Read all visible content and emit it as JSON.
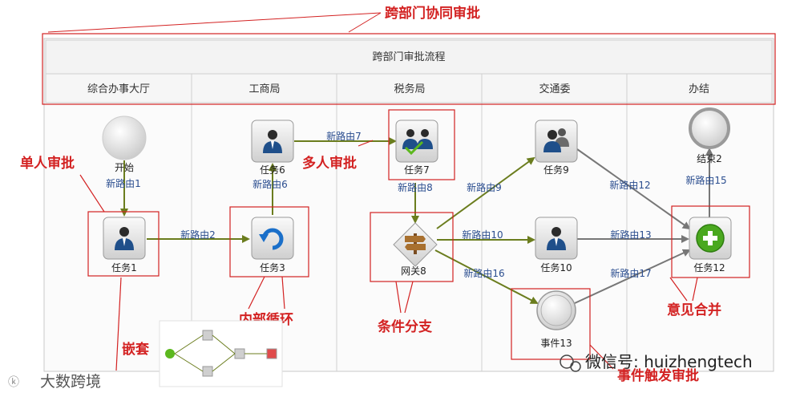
{
  "title": "跨部门协同审批",
  "pool": {
    "title": "跨部门审批流程",
    "lanes": [
      "综合办事大厅",
      "工商局",
      "税务局",
      "交通委",
      "办结"
    ]
  },
  "nodes": {
    "start": "开始",
    "task1": "任务1",
    "task3": "任务3",
    "task6": "任务6",
    "task7": "任务7",
    "gateway8": "网关8",
    "task9": "任务9",
    "task10": "任务10",
    "event13": "事件13",
    "end2": "结束2",
    "task12": "任务12"
  },
  "routes": {
    "r1": "新路由1",
    "r2": "新路由2",
    "r6": "新路由6",
    "r7": "新路由7",
    "r8": "新路由8",
    "r9": "新路由9",
    "r10": "新路由10",
    "r12": "新路由12",
    "r13": "新路由13",
    "r15": "新路由15",
    "r16": "新路由16",
    "r17": "新路由17"
  },
  "callouts": {
    "single": "单人审批",
    "multi": "多人审批",
    "loop": "内部循环",
    "branch": "条件分支",
    "merge": "意见合并",
    "nested": "嵌套",
    "event": "事件触发审批"
  },
  "watermarks": {
    "wechat": "微信号: huizhengtech",
    "brand": "大数跨境"
  },
  "colors": {
    "accent": "#d32222",
    "edge": "#6b7d1e",
    "link_text": "#2a4d8f"
  }
}
